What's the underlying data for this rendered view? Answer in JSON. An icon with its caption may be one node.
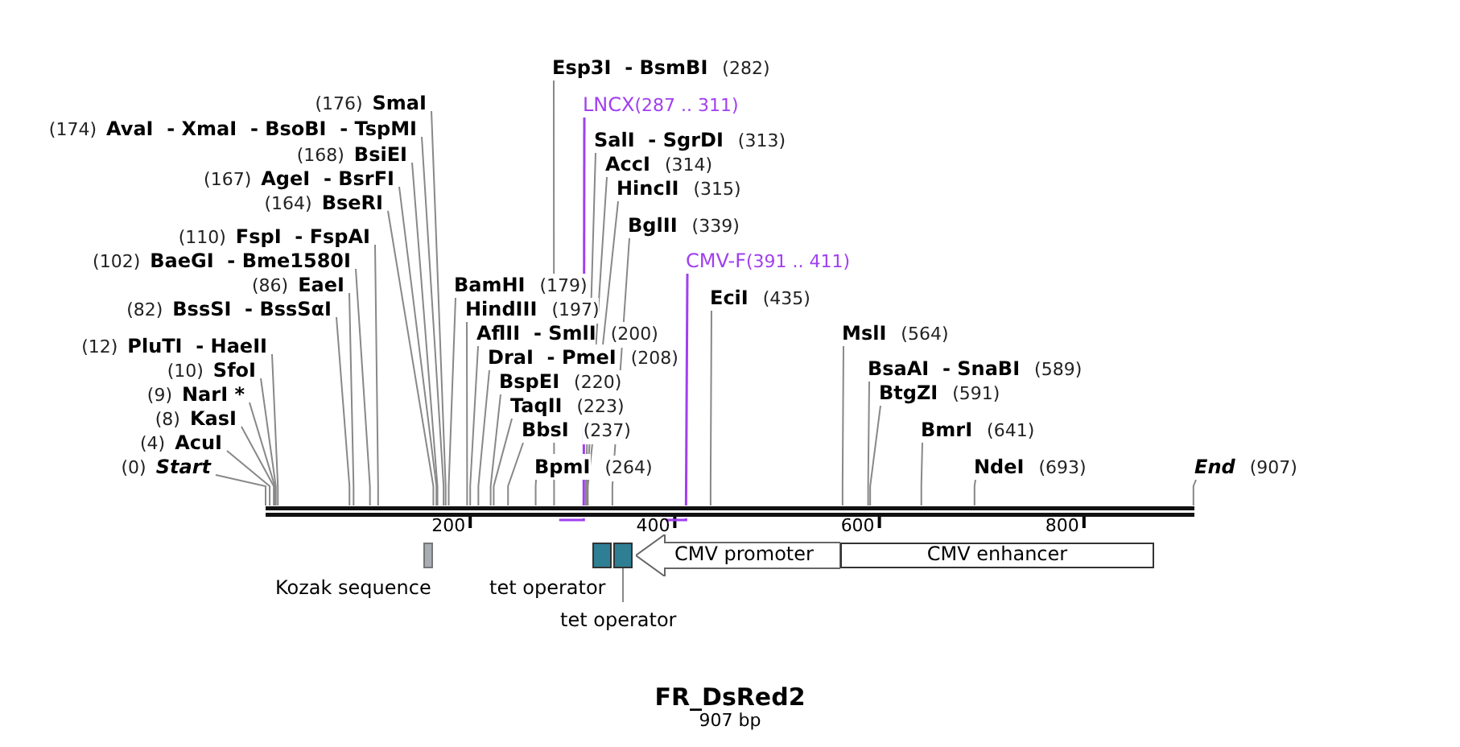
{
  "diagram": {
    "title": "FR_DsRed2",
    "caption": "907 bp",
    "nodes": [
      {
        "text": [
          "(176)",
          "SmaI"
        ]
      },
      {
        "text": [
          "(174)",
          "AvaI  - XmaI  - BsoBI  - TspMI"
        ]
      },
      {
        "text": [
          "(168)",
          "BsiEI"
        ]
      },
      {
        "text": [
          "(167)",
          "AgeI  - BsrFI"
        ]
      },
      {
        "text": [
          "(164)",
          "BseRI"
        ]
      },
      {
        "text": [
          "(110)",
          "FspI  - FspAI"
        ]
      },
      {
        "text": [
          "(102)",
          "BaeGI  - Bme1580I"
        ]
      },
      {
        "text": [
          "(86)",
          "EaeI"
        ]
      },
      {
        "text": [
          "(82)",
          "BssSI  - BssSαI"
        ]
      },
      {
        "text": [
          "(12)",
          "PluTI  - HaeII"
        ]
      },
      {
        "text": [
          "(10)",
          "SfoI"
        ]
      },
      {
        "text": [
          "(9)",
          "NarI *"
        ]
      },
      {
        "text": [
          "(8)",
          "KasI"
        ]
      },
      {
        "text": [
          "(4)",
          "AcuI"
        ]
      },
      {
        "text": [
          "(0)",
          "Start"
        ]
      },
      {
        "text": [
          "Esp3I  - BsmBI",
          "(282)"
        ]
      },
      {
        "text": [
          "LNCX",
          "(287 .. 311)"
        ]
      },
      {
        "text": [
          "SalI  - SgrDI",
          "(313)"
        ]
      },
      {
        "text": [
          "AccI",
          "(314)"
        ]
      },
      {
        "text": [
          "HincII",
          "(315)"
        ]
      },
      {
        "text": [
          "BglII",
          "(339)"
        ]
      },
      {
        "text": [
          "CMV-F",
          "(391 .. 411)"
        ]
      },
      {
        "text": [
          "EciI",
          "(435)"
        ]
      },
      {
        "text": [
          "BamHI",
          "(179)"
        ]
      },
      {
        "text": [
          "HindIII",
          "(197)"
        ]
      },
      {
        "text": [
          "AflII  - SmlI",
          "(200)"
        ]
      },
      {
        "text": [
          "DraI  - PmeI",
          "(208)"
        ]
      },
      {
        "text": [
          "BspEI",
          "(220)"
        ]
      },
      {
        "text": [
          "TaqII",
          "(223)"
        ]
      },
      {
        "text": [
          "BbsI",
          "(237)"
        ]
      },
      {
        "text": [
          "BpmI",
          "(264)"
        ]
      },
      {
        "text": [
          "MslI",
          "(564)"
        ]
      },
      {
        "text": [
          "BsaAI  - SnaBI",
          "(589)"
        ]
      },
      {
        "text": [
          "BtgZI",
          "(591)"
        ]
      },
      {
        "text": [
          "BmrI",
          "(641)"
        ]
      },
      {
        "text": [
          "NdeI",
          "(693)"
        ]
      },
      {
        "text": [
          "End",
          "(907)"
        ]
      },
      {
        "text": [
          "Kozak sequence"
        ]
      },
      {
        "text": [
          "tet operator"
        ]
      },
      {
        "text": [],
        "shape": "box"
      },
      {
        "text": [
          "tet operator"
        ]
      },
      {
        "text": [
          "CMV promoter"
        ]
      },
      {
        "text": [
          "CMV enhancer"
        ]
      },
      {
        "text": [],
        "shape": "bar"
      }
    ],
    "edges": [
      {
        "from": 0,
        "to": 43,
        "arrow": "none"
      },
      {
        "from": 1,
        "to": 43,
        "arrow": "none"
      },
      {
        "from": 2,
        "to": 43,
        "arrow": "none"
      },
      {
        "from": 3,
        "to": 43,
        "arrow": "none"
      },
      {
        "from": 4,
        "to": 43,
        "arrow": "none"
      },
      {
        "from": 5,
        "to": 43,
        "arrow": "none"
      },
      {
        "from": 6,
        "to": 43,
        "arrow": "none"
      },
      {
        "from": 7,
        "to": 43,
        "arrow": "none"
      },
      {
        "from": 8,
        "to": 43,
        "arrow": "none"
      },
      {
        "from": 9,
        "to": 43,
        "arrow": "none"
      },
      {
        "from": 10,
        "to": 43,
        "arrow": "none"
      },
      {
        "from": 11,
        "to": 43,
        "arrow": "none"
      },
      {
        "from": 12,
        "to": 43,
        "arrow": "none"
      },
      {
        "from": 13,
        "to": 43,
        "arrow": "none"
      },
      {
        "from": 14,
        "to": 43,
        "arrow": "none"
      },
      {
        "from": 15,
        "to": 43,
        "arrow": "none"
      },
      {
        "from": 16,
        "to": 43,
        "arrow": "none",
        "color": "#a040f0"
      },
      {
        "from": 17,
        "to": 43,
        "arrow": "none"
      },
      {
        "from": 18,
        "to": 43,
        "arrow": "none"
      },
      {
        "from": 19,
        "to": 43,
        "arrow": "none"
      },
      {
        "from": 20,
        "to": 43,
        "arrow": "none"
      },
      {
        "from": 21,
        "to": 43,
        "arrow": "none",
        "color": "#a040f0"
      },
      {
        "from": 22,
        "to": 43,
        "arrow": "none"
      },
      {
        "from": 23,
        "to": 43,
        "arrow": "none"
      },
      {
        "from": 24,
        "to": 43,
        "arrow": "none"
      },
      {
        "from": 25,
        "to": 43,
        "arrow": "none"
      },
      {
        "from": 26,
        "to": 43,
        "arrow": "none"
      },
      {
        "from": 27,
        "to": 43,
        "arrow": "none"
      },
      {
        "from": 28,
        "to": 43,
        "arrow": "none"
      },
      {
        "from": 29,
        "to": 43,
        "arrow": "none"
      },
      {
        "from": 30,
        "to": 43,
        "arrow": "none"
      },
      {
        "from": 31,
        "to": 43,
        "arrow": "none"
      },
      {
        "from": 32,
        "to": 43,
        "arrow": "none"
      },
      {
        "from": 33,
        "to": 43,
        "arrow": "none"
      },
      {
        "from": 34,
        "to": 43,
        "arrow": "none"
      },
      {
        "from": 35,
        "to": 43,
        "arrow": "none"
      },
      {
        "from": 36,
        "to": 43,
        "arrow": "none"
      },
      {
        "from": 40,
        "to": 39,
        "arrow": "none"
      }
    ],
    "labels": [
      "200",
      "400",
      "600",
      "800"
    ]
  }
}
